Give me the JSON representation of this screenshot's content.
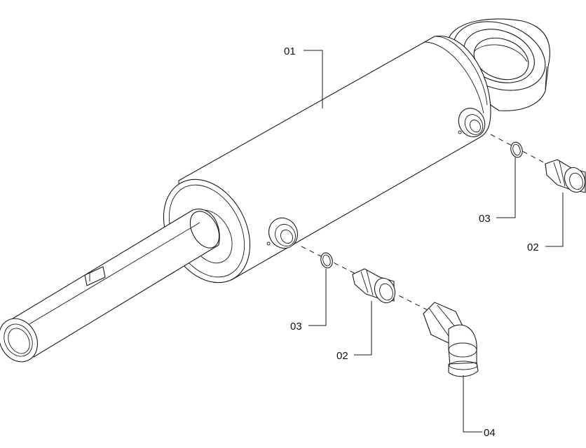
{
  "callouts": [
    {
      "id": "c01",
      "label": "01"
    },
    {
      "id": "c03a",
      "label": "03"
    },
    {
      "id": "c02a",
      "label": "02"
    },
    {
      "id": "c03b",
      "label": "03"
    },
    {
      "id": "c02b",
      "label": "02"
    },
    {
      "id": "c04",
      "label": "04"
    }
  ]
}
